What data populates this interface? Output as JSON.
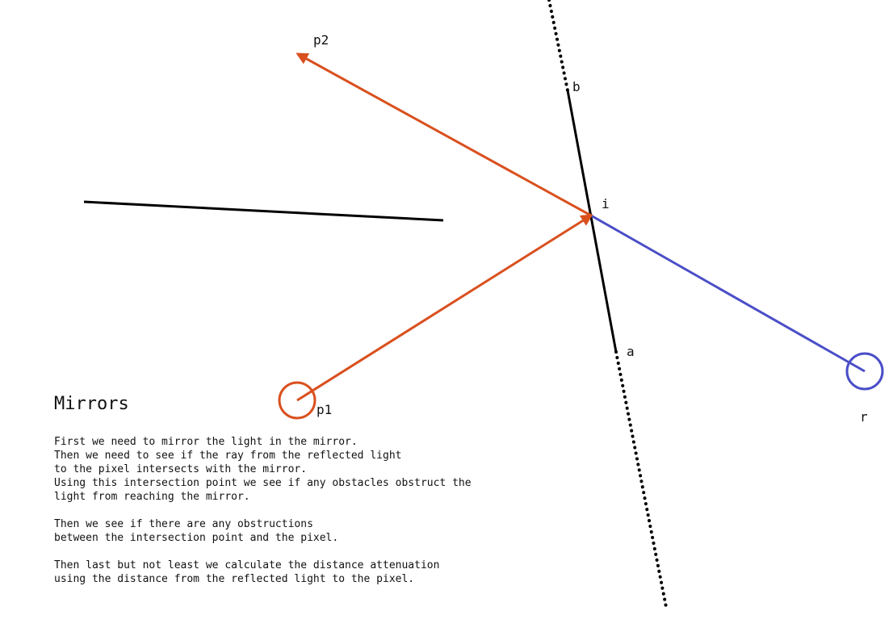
{
  "title": "Mirrors",
  "description": [
    "First we need to mirror the light in the mirror.\nThen we need to see if the ray from the reflected light\nto the pixel intersects with the mirror.\nUsing this intersection point we see if any obstacles obstruct the\nlight from reaching the mirror.",
    "Then we see if there are any obstructions\nbetween the intersection point and the pixel.",
    "Then last but not least we calculate the distance attenuation\nusing the distance from the reflected light to the pixel."
  ],
  "labels": {
    "p1": "p1",
    "p2": "p2",
    "i": "i",
    "a": "a",
    "b": "b",
    "r": "r"
  },
  "colors": {
    "light_ray": "#d9501e",
    "reflected_ray": "#4a4ec7",
    "mirror": "#000000"
  }
}
